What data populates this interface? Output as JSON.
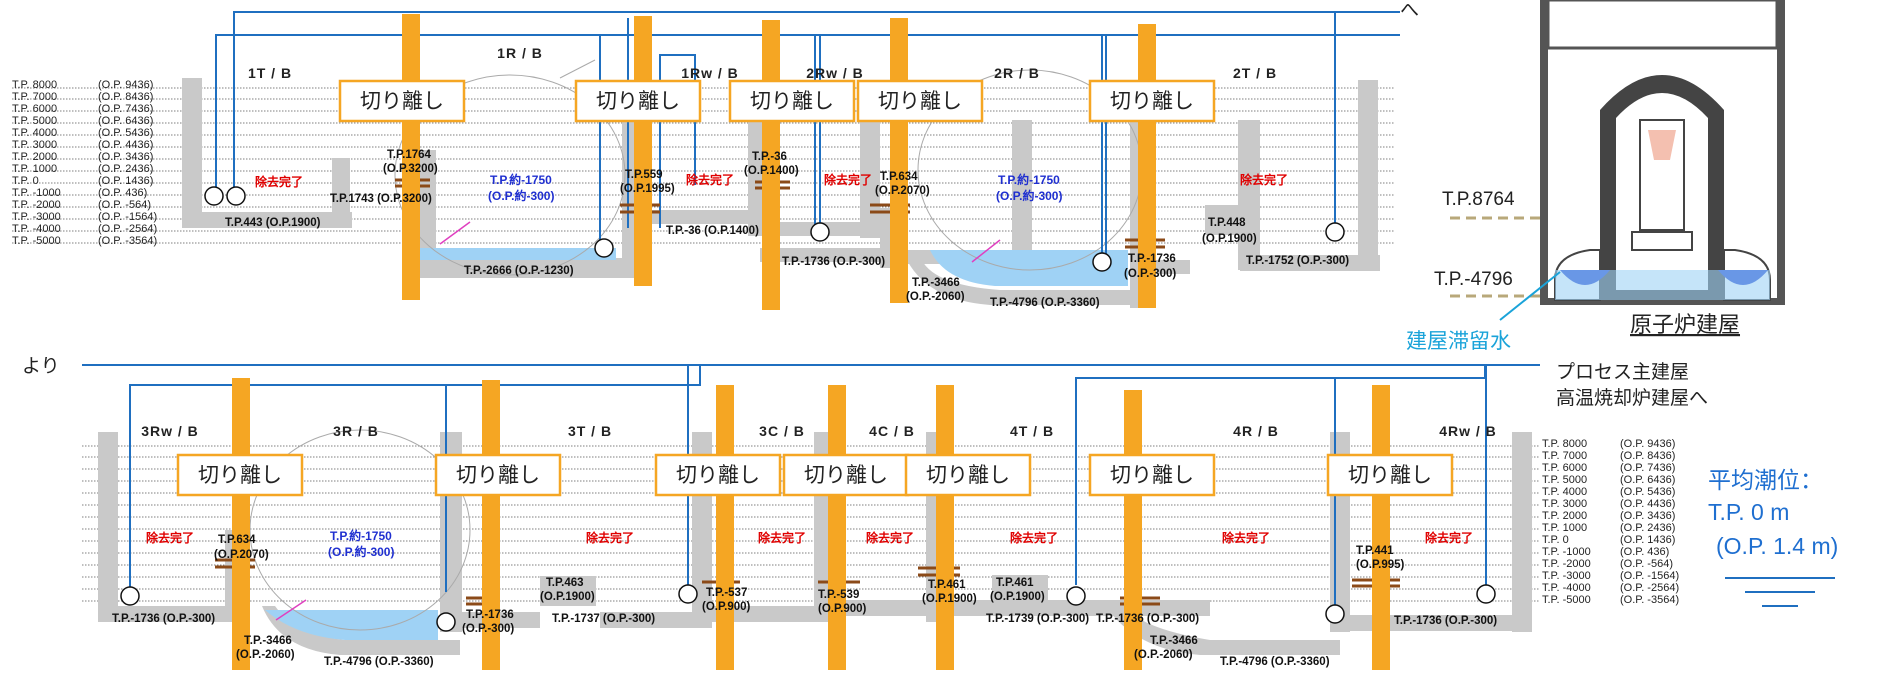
{
  "top_left_levels": [
    {
      "tp": "T.P.   8000",
      "op": "(O.P. 9436)"
    },
    {
      "tp": "T.P.   7000",
      "op": "(O.P. 8436)"
    },
    {
      "tp": "T.P.   6000",
      "op": "(O.P. 7436)"
    },
    {
      "tp": "T.P.   5000",
      "op": "(O.P. 6436)"
    },
    {
      "tp": "T.P.   4000",
      "op": "(O.P. 5436)"
    },
    {
      "tp": "T.P.   3000",
      "op": "(O.P. 4436)"
    },
    {
      "tp": "T.P.   2000",
      "op": "(O.P. 3436)"
    },
    {
      "tp": "T.P.   1000",
      "op": "(O.P. 2436)"
    },
    {
      "tp": "T.P.   0",
      "op": "(O.P. 1436)"
    },
    {
      "tp": "T.P.   -1000",
      "op": "(O.P. 436)"
    },
    {
      "tp": "T.P.   -2000",
      "op": "(O.P. -564)"
    },
    {
      "tp": "T.P.   -3000",
      "op": "(O.P. -1564)"
    },
    {
      "tp": "T.P.   -4000",
      "op": "(O.P. -2564)"
    },
    {
      "tp": "T.P.   -5000",
      "op": "(O.P. -3564)"
    }
  ],
  "bottom_right_levels": [
    {
      "tp": "T.P. 8000",
      "op": "(O.P. 9436)"
    },
    {
      "tp": "T.P. 7000",
      "op": "(O.P. 8436)"
    },
    {
      "tp": "T.P. 6000",
      "op": "(O.P. 7436)"
    },
    {
      "tp": "T.P. 5000",
      "op": "(O.P. 6436)"
    },
    {
      "tp": "T.P. 4000",
      "op": "(O.P. 5436)"
    },
    {
      "tp": "T.P. 3000",
      "op": "(O.P. 4436)"
    },
    {
      "tp": "T.P. 2000",
      "op": "(O.P. 3436)"
    },
    {
      "tp": "T.P. 1000",
      "op": "(O.P. 2436)"
    },
    {
      "tp": "T.P. 0",
      "op": "(O.P. 1436)"
    },
    {
      "tp": "T.P. -1000",
      "op": "(O.P. 436)"
    },
    {
      "tp": "T.P. -2000",
      "op": "(O.P. -564)"
    },
    {
      "tp": "T.P. -3000",
      "op": "(O.P. -1564)"
    },
    {
      "tp": "T.P. -4000",
      "op": "(O.P. -2564)"
    },
    {
      "tp": "T.P. -5000",
      "op": "(O.P. -3564)"
    }
  ],
  "top_buildings": [
    "1T / B",
    "1R / B",
    "1Rw / B",
    "2Rw / B",
    "2R / B",
    "2T / B"
  ],
  "bottom_buildings": [
    "3Rw / B",
    "3R / B",
    "3T / B",
    "3C / B",
    "4C / B",
    "4T / B",
    "4R / B",
    "4Rw / B"
  ],
  "cut_label": "切り離し",
  "removal_done": "除去完了",
  "water_level_approx": "T.P.約-1750",
  "water_level_op_approx": "(O.P.約-300)",
  "top_notes": {
    "tp443": "T.P.443 (O.P.1900)",
    "tp1764": "T.P.1764",
    "op3200": "(O.P.3200)",
    "tp1743": "T.P.1743 (O.P.3200)",
    "tp_2666": "T.P.-2666 (O.P.-1230)",
    "tp559": "T.P.559",
    "op1995": "(O.P.1995)",
    "tp_36": "T.P.-36",
    "op1400": "(O.P.1400)",
    "tp_36full": "T.P.-36 (O.P.1400)",
    "tp634": "T.P.634",
    "op2070": "(O.P.2070)",
    "tp_1736": "T.P.-1736 (O.P.-300)",
    "tp_3466": "T.P.-3466",
    "op_2060": "(O.P.-2060)",
    "tp_4796": "T.P.-4796 (O.P.-3360)",
    "tp_1736b": "T.P.-1736",
    "op_300": "(O.P.-300)",
    "tp448": "T.P.448",
    "op1900": "(O.P.1900)",
    "tp_1752": "T.P.-1752 (O.P.-300)"
  },
  "bottom_notes": {
    "tp_1736a": "T.P.-1736 (O.P.-300)",
    "tp634": "T.P.634",
    "op2070": "(O.P.2070)",
    "tp_3466": "T.P.-3466",
    "op_2060": "(O.P.-2060)",
    "tp_4796": "T.P.-4796 (O.P.-3360)",
    "tp_1736b": "T.P.-1736",
    "op_300": "(O.P.-300)",
    "tp463": "T.P.463",
    "op1900": "(O.P.1900)",
    "tp_1737": "T.P.-1737 (O.P.-300)",
    "tp_537": "T.P.-537",
    "op900": "(O.P.900)",
    "tp_539": "T.P.-539",
    "op900b": "(O.P.900)",
    "tp461": "T.P.461",
    "op1900b": "(O.P.1900)",
    "tp461b": "T.P.461",
    "op1900c": "(O.P.1900)",
    "tp_1739": "T.P.-1739 (O.P.-300)",
    "tp_1736c": "T.P.-1736 (O.P.-300)",
    "tp_3466b": "T.P.-3466",
    "op_2060b": "(O.P.-2060)",
    "tp_4796b": "T.P.-4796 (O.P.-3360)",
    "tp441": "T.P.441",
    "op995": "(O.P.995)",
    "tp_1736d": "T.P.-1736 (O.P.-300)"
  },
  "yori": "より",
  "he": "へ",
  "tp8764": "T.P.8764",
  "tp_4796_reactor": "T.P.-4796",
  "stagnant_water": "建屋滞留水",
  "reactor_building": "原子炉建屋",
  "process_building": "プロセス主建屋",
  "incinerator_building": "高温焼却炉建屋へ",
  "tide_title": "平均潮位：",
  "tide_tp": "T.P. 0 m",
  "tide_op": "(O.P. 1.4 m)",
  "colors": {
    "pipe": "#1f6fc0",
    "orange": "#f5a623",
    "concrete": "#c9c9c9",
    "water": "#9fd2f5",
    "brown": "#8b4a18",
    "red": "#e00000"
  }
}
